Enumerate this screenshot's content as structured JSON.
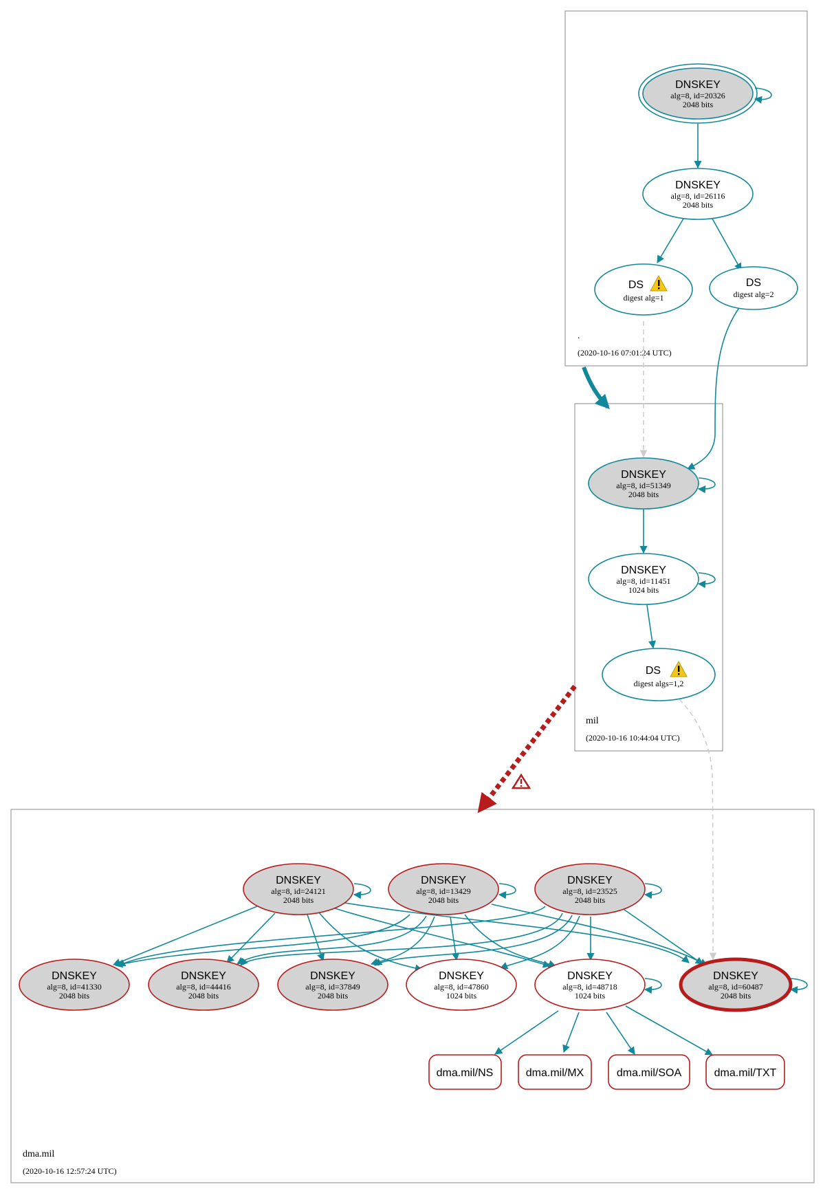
{
  "colors": {
    "teal": "#12899a",
    "red": "#b71c1c",
    "gray_fill": "#d3d3d3",
    "dashed_gray": "#cccccc",
    "zone_border": "#888888",
    "warn_yellow": "#f5c518"
  },
  "zones": {
    "root": {
      "name": ".",
      "timestamp": "(2020-10-16 07:01:24 UTC)"
    },
    "mil": {
      "name": "mil",
      "timestamp": "(2020-10-16 10:44:04 UTC)"
    },
    "dma": {
      "name": "dma.mil",
      "timestamp": "(2020-10-16 12:57:24 UTC)"
    }
  },
  "nodes": {
    "root_ksk": {
      "title": "DNSKEY",
      "line1": "alg=8, id=20326",
      "line2": "2048 bits"
    },
    "root_zsk": {
      "title": "DNSKEY",
      "line1": "alg=8, id=26116",
      "line2": "2048 bits"
    },
    "root_ds1": {
      "title": "DS",
      "line1": "digest alg=1",
      "line2": ""
    },
    "root_ds2": {
      "title": "DS",
      "line1": "digest alg=2",
      "line2": ""
    },
    "mil_ksk": {
      "title": "DNSKEY",
      "line1": "alg=8, id=51349",
      "line2": "2048 bits"
    },
    "mil_zsk": {
      "title": "DNSKEY",
      "line1": "alg=8, id=11451",
      "line2": "1024 bits"
    },
    "mil_ds": {
      "title": "DS",
      "line1": "digest algs=1,2",
      "line2": ""
    },
    "dma_24121": {
      "title": "DNSKEY",
      "line1": "alg=8, id=24121",
      "line2": "2048 bits"
    },
    "dma_13429": {
      "title": "DNSKEY",
      "line1": "alg=8, id=13429",
      "line2": "2048 bits"
    },
    "dma_23525": {
      "title": "DNSKEY",
      "line1": "alg=8, id=23525",
      "line2": "2048 bits"
    },
    "dma_41330": {
      "title": "DNSKEY",
      "line1": "alg=8, id=41330",
      "line2": "2048 bits"
    },
    "dma_44416": {
      "title": "DNSKEY",
      "line1": "alg=8, id=44416",
      "line2": "2048 bits"
    },
    "dma_37849": {
      "title": "DNSKEY",
      "line1": "alg=8, id=37849",
      "line2": "2048 bits"
    },
    "dma_47860": {
      "title": "DNSKEY",
      "line1": "alg=8, id=47860",
      "line2": "1024 bits"
    },
    "dma_48718": {
      "title": "DNSKEY",
      "line1": "alg=8, id=48718",
      "line2": "1024 bits"
    },
    "dma_60487": {
      "title": "DNSKEY",
      "line1": "alg=8, id=60487",
      "line2": "2048 bits"
    }
  },
  "rrsets": {
    "ns": "dma.mil/NS",
    "mx": "dma.mil/MX",
    "soa": "dma.mil/SOA",
    "txt": "dma.mil/TXT"
  },
  "icons": {
    "ds_warning": "warning-triangle-icon",
    "delegation_error": "error-triangle-icon"
  }
}
